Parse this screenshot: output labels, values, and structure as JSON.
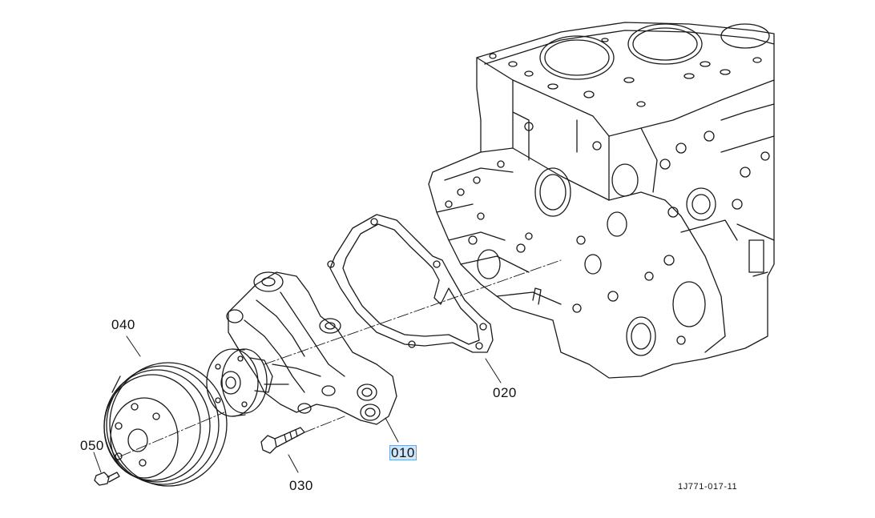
{
  "callouts": {
    "c010": "010",
    "c020": "020",
    "c030": "030",
    "c040": "040",
    "c050": "050"
  },
  "drawing_number": "1J771-017-11",
  "colors": {
    "line": "#1a1a1a",
    "highlight_fill": "#cfe6fb",
    "highlight_border": "#6aa5dd"
  }
}
